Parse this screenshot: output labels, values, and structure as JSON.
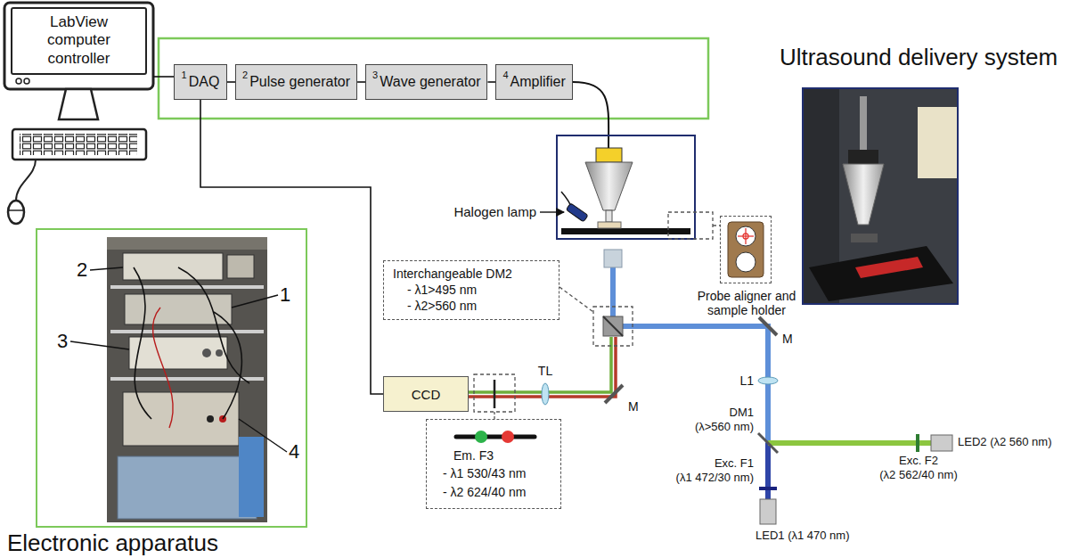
{
  "diagram": {
    "nodes": [
      {
        "text": [
          "LabView computer controller"
        ]
      },
      {
        "text": [
          "1",
          "DAQ"
        ]
      },
      {
        "text": [
          "2",
          "Pulse generator"
        ]
      },
      {
        "text": [
          "3",
          "Wave generator"
        ]
      },
      {
        "text": [
          "4",
          "Amplifier"
        ]
      },
      {
        "text": [
          "Ultrasound delivery system"
        ]
      },
      {
        "text": [
          "Probe aligner and sample holder"
        ]
      },
      {
        "text": [
          "Electronic apparatus"
        ]
      },
      {
        "text": [
          "Interchangeable DM2",
          "- λ1>495 nm",
          "- λ2>560 nm"
        ]
      },
      {
        "text": [
          "CCD"
        ]
      },
      {
        "text": [
          "Em. F3",
          "- λ1 530/43 nm",
          "- λ2 624/40 nm"
        ]
      }
    ],
    "edges": [
      {
        "from": 0,
        "to": 1,
        "arrow": "none"
      },
      {
        "from": 1,
        "to": 2,
        "arrow": "none"
      },
      {
        "from": 2,
        "to": 3,
        "arrow": "none"
      },
      {
        "from": 3,
        "to": 4,
        "arrow": "none"
      },
      {
        "from": 1,
        "to": 9,
        "arrow": "none"
      }
    ],
    "labels": [
      "Halogen lamp",
      "M",
      "L1",
      "TL",
      "M",
      "DM1",
      "(λ>560 nm)",
      "LED2 (λ2 560 nm)",
      "Exc. F2",
      "(λ2 562/40 nm)",
      "Exc. F1",
      "(λ1 472/30 nm)",
      "LED1 (λ1 470 nm)",
      "2",
      "1",
      "3",
      "4"
    ]
  }
}
